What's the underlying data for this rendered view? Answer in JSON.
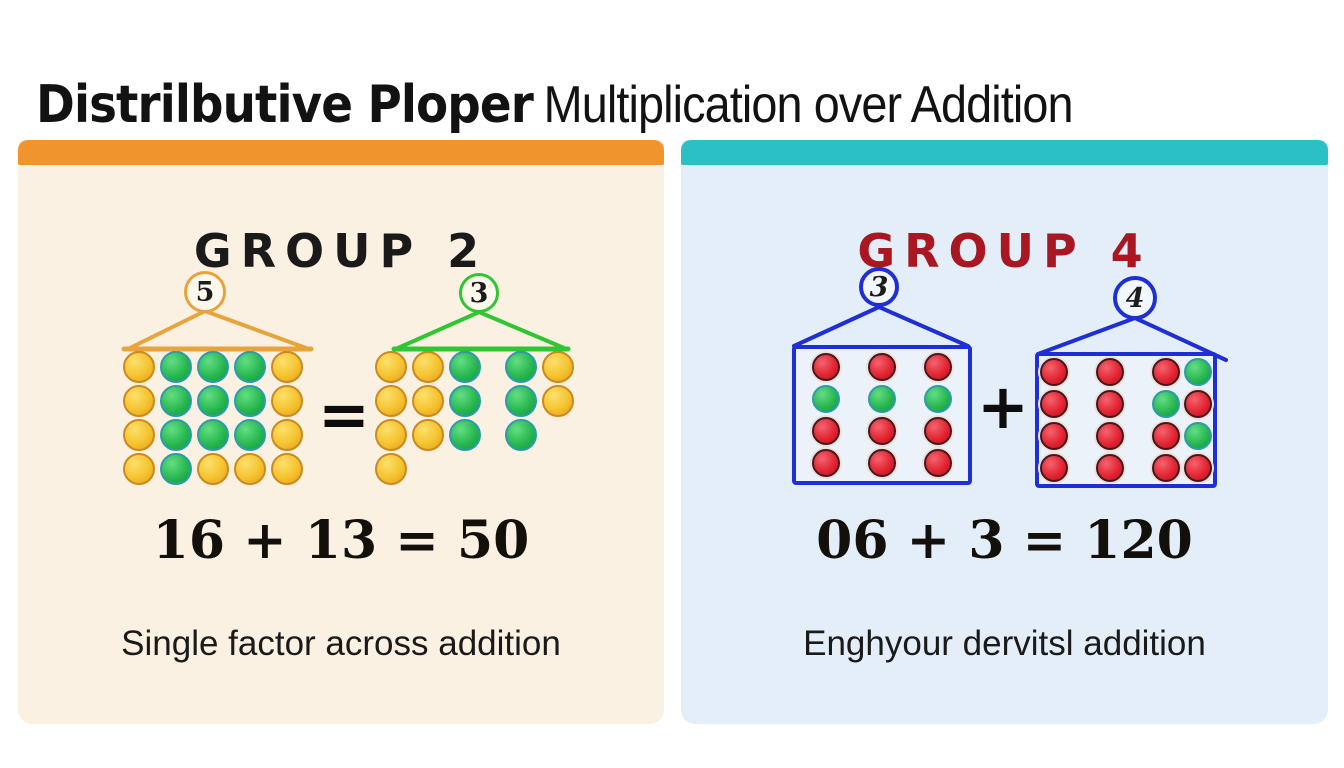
{
  "title": {
    "bold": "Distrilbutive Ploper",
    "regular": "Multiplication over Addition"
  },
  "colors": {
    "left_accent": "#F0942E",
    "left_bg": "#FBF1E3",
    "right_accent": "#2BC0C3",
    "right_bg": "#E4EEF8",
    "right_heading": "#A81722",
    "orange_bracket": "#E8A33C",
    "green_bracket": "#2FC533",
    "blue_outline": "#1F2FD6",
    "yellow_dot": "#F5C32F",
    "green_dot": "#25B54D",
    "red_dot": "#E1202E"
  },
  "left_panel": {
    "heading": "GROUP 2",
    "factor_a": "5",
    "factor_b": "3",
    "equals_sign": "=",
    "equation": "16 + 13 = 50",
    "caption": "Single factor across addition",
    "group_a": {
      "rows": [
        [
          "Y",
          "G",
          "G",
          "G",
          "Y"
        ],
        [
          "Y",
          "G",
          "G",
          "G",
          "Y"
        ],
        [
          "Y",
          "G",
          "G",
          "G",
          "Y"
        ],
        [
          "Y",
          "G",
          "Y",
          "Y",
          "Y"
        ]
      ]
    },
    "group_b": {
      "rows": [
        [
          "Y",
          "Y",
          "G",
          "_",
          "G",
          "Y"
        ],
        [
          "Y",
          "Y",
          "G",
          "_",
          "G",
          "Y"
        ],
        [
          "Y",
          "Y",
          "G",
          "_",
          "G",
          "."
        ],
        [
          "Y",
          ".",
          ".",
          "_",
          ".",
          "."
        ]
      ]
    }
  },
  "right_panel": {
    "heading": "GROUP 4",
    "factor_a": "3",
    "factor_b": "4",
    "plus_sign": "+",
    "equation": "06 + 3 = 120",
    "caption": "Enghyour dervitsl addition",
    "box_a": {
      "rows": [
        [
          "R",
          "_",
          "R",
          "_",
          "R"
        ],
        [
          "G",
          "_",
          "G",
          "_",
          "G"
        ],
        [
          "R",
          "_",
          "R",
          "_",
          "R"
        ],
        [
          "R",
          "_",
          "R",
          "_",
          "R"
        ]
      ]
    },
    "box_b": {
      "rows": [
        [
          "R",
          "_",
          "R",
          "_",
          "R",
          "G"
        ],
        [
          "R",
          "_",
          "R",
          "_",
          "G",
          "R"
        ],
        [
          "R",
          "_",
          "R",
          "_",
          "R",
          "G"
        ],
        [
          "R",
          "_",
          "R",
          "_",
          "R",
          "R"
        ]
      ]
    }
  }
}
